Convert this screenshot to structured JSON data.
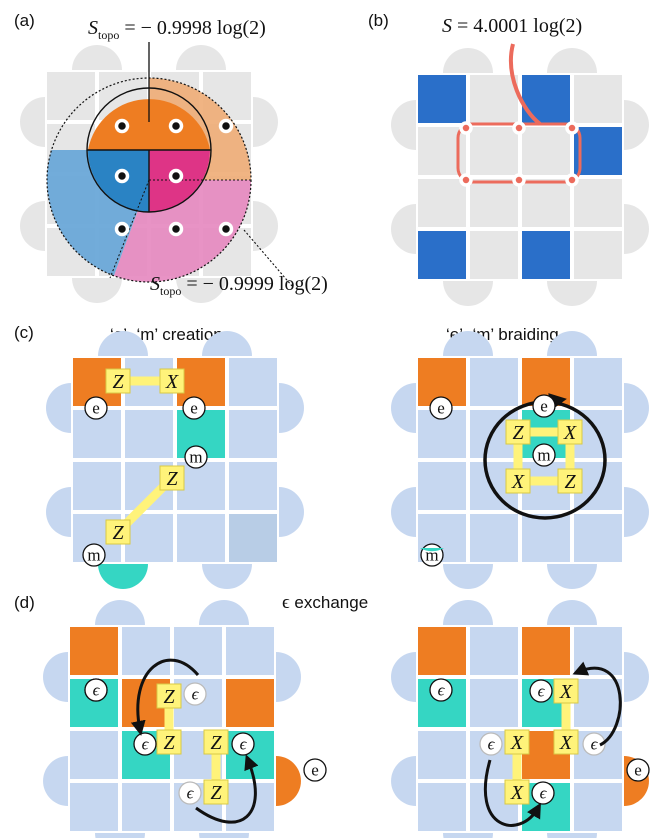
{
  "panels": {
    "a": {
      "label": "(a)",
      "formula1": {
        "S": "S",
        "sub": "topo",
        "rest": " = − 0.9998 log(2)"
      },
      "formula2": {
        "S": "S",
        "sub": "topo",
        "rest": " = − 0.9999 log(2)"
      }
    },
    "b": {
      "label": "(b)",
      "formula": {
        "S": "S",
        "rest": " = 4.0001 log(2)"
      }
    },
    "c": {
      "label": "(c)",
      "title_left": "‘e’, ‘m’ creation",
      "title_right": "‘e’, ‘m’ braiding"
    },
    "d": {
      "label": "(d)",
      "title_symbol": "ϵ",
      "title_text": " exchange"
    }
  },
  "symbols": {
    "e": "e",
    "m": "m",
    "eps": "ϵ",
    "Z": "Z",
    "X": "X"
  },
  "colors": {
    "grey_tile": "#e6e6e6",
    "light_blue_tile": "#c6d7f0",
    "dark_blue": "#2a6fc9",
    "orange": "#ee7d22",
    "teal": "#35d6c3",
    "magenta": "#de3486",
    "pink": "#e68ac0",
    "peach": "#eeac76",
    "sky": "#6aa8d8",
    "yellow": "#fff37a",
    "red_loop": "#ec6b5c"
  }
}
